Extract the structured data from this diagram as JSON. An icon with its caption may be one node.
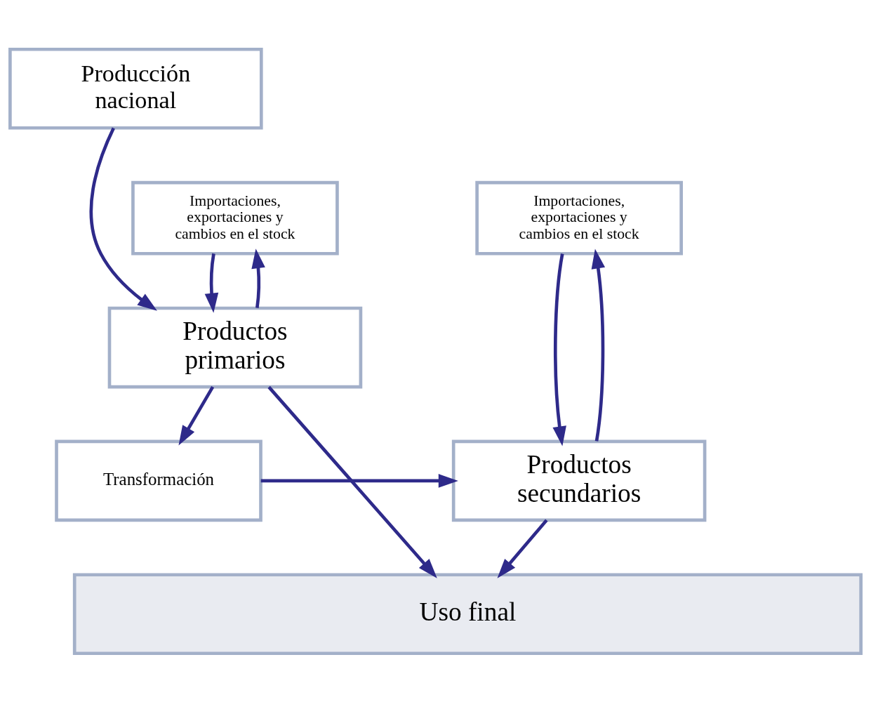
{
  "diagram": {
    "nodes": [
      {
        "text": [
          "Producción nacional"
        ]
      },
      {
        "text": [
          "Importaciones, exportaciones y cambios en el stock"
        ]
      },
      {
        "text": [
          "Productos primarios"
        ]
      },
      {
        "text": [
          "Transformación"
        ]
      },
      {
        "text": [
          "Importaciones, exportaciones y cambios en el stock"
        ]
      },
      {
        "text": [
          "Productos secundarios"
        ]
      },
      {
        "text": [
          "Uso final"
        ]
      }
    ],
    "edges": [
      {
        "from": 0,
        "to": 2,
        "arrow": "to"
      },
      {
        "from": 1,
        "to": 2,
        "arrow": "to"
      },
      {
        "from": 2,
        "to": 1,
        "arrow": "to"
      },
      {
        "from": 2,
        "to": 3,
        "arrow": "to"
      },
      {
        "from": 2,
        "to": 6,
        "arrow": "to"
      },
      {
        "from": 3,
        "to": 5,
        "arrow": "to"
      },
      {
        "from": 4,
        "to": 5,
        "arrow": "to"
      },
      {
        "from": 5,
        "to": 4,
        "arrow": "to"
      },
      {
        "from": 5,
        "to": 6,
        "arrow": "to"
      }
    ]
  }
}
